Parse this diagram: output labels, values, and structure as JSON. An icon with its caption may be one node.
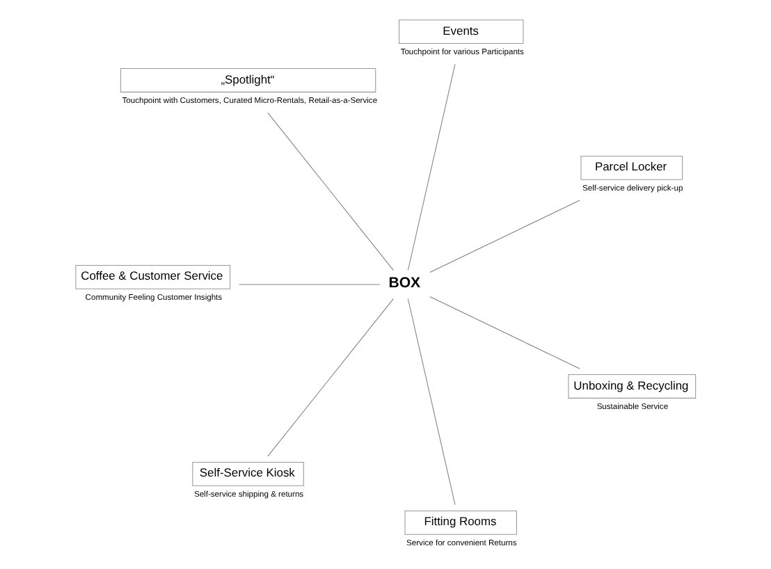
{
  "diagram": {
    "nodes": [
      {
        "text": [
          "Parcel Locker"
        ],
        "beside": [
          "Self-service delivery pick-up"
        ]
      },
      {
        "text": [
          "Events"
        ],
        "beside": [
          "Touchpoint for various Participants"
        ]
      },
      {
        "text": [
          "„Spotlight“"
        ],
        "beside": [
          "Touchpoint with Customers, Curated Micro-Rentals, Retail-as-a-Service"
        ]
      },
      {
        "text": [
          "Coffee & Customer Service"
        ],
        "beside": [
          "Community Feeling Customer Insights"
        ]
      },
      {
        "text": [
          "BOX"
        ]
      },
      {
        "text": [
          "Self-Service Kiosk"
        ],
        "beside": [
          "Self-service shipping & returns"
        ]
      },
      {
        "text": [
          "Fitting Rooms"
        ],
        "beside": [
          "Service for convenient Returns"
        ]
      },
      {
        "text": [
          "Unboxing & Recycling"
        ],
        "beside": [
          "Sustainable Service"
        ]
      }
    ],
    "edges": [
      {
        "from": 4,
        "to": 0,
        "arrow": "none"
      },
      {
        "from": 4,
        "to": 1,
        "arrow": "none"
      },
      {
        "from": 4,
        "to": 2,
        "arrow": "none"
      },
      {
        "from": 4,
        "to": 3,
        "arrow": "none"
      },
      {
        "from": 4,
        "to": 5,
        "arrow": "none"
      },
      {
        "from": 4,
        "to": 6,
        "arrow": "none"
      },
      {
        "from": 4,
        "to": 7,
        "arrow": "none"
      }
    ]
  }
}
